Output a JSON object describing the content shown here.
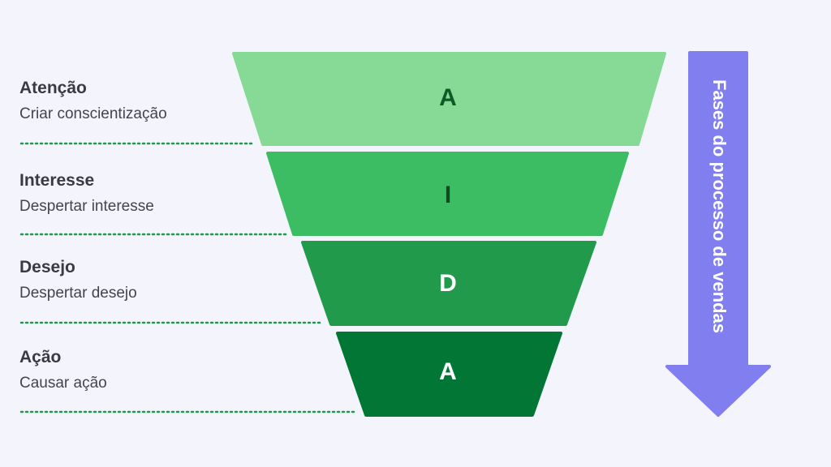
{
  "stages": [
    {
      "title": "Atenção",
      "desc": "Criar conscientização",
      "letter": "A",
      "color": "#86da96",
      "letter_color": "#0d5a27"
    },
    {
      "title": "Interesse",
      "desc": "Despertar interesse",
      "letter": "I",
      "color": "#3dbd63",
      "letter_color": "#0d4a22"
    },
    {
      "title": "Desejo",
      "desc": "Despertar desejo",
      "letter": "D",
      "color": "#229a4b",
      "letter_color": "#ffffff"
    },
    {
      "title": "Ação",
      "desc": "Causar ação",
      "letter": "A",
      "color": "#027634",
      "letter_color": "#ffffff"
    }
  ],
  "arrow": {
    "label": "Fases do processo de vendas",
    "color": "#817ff0"
  }
}
